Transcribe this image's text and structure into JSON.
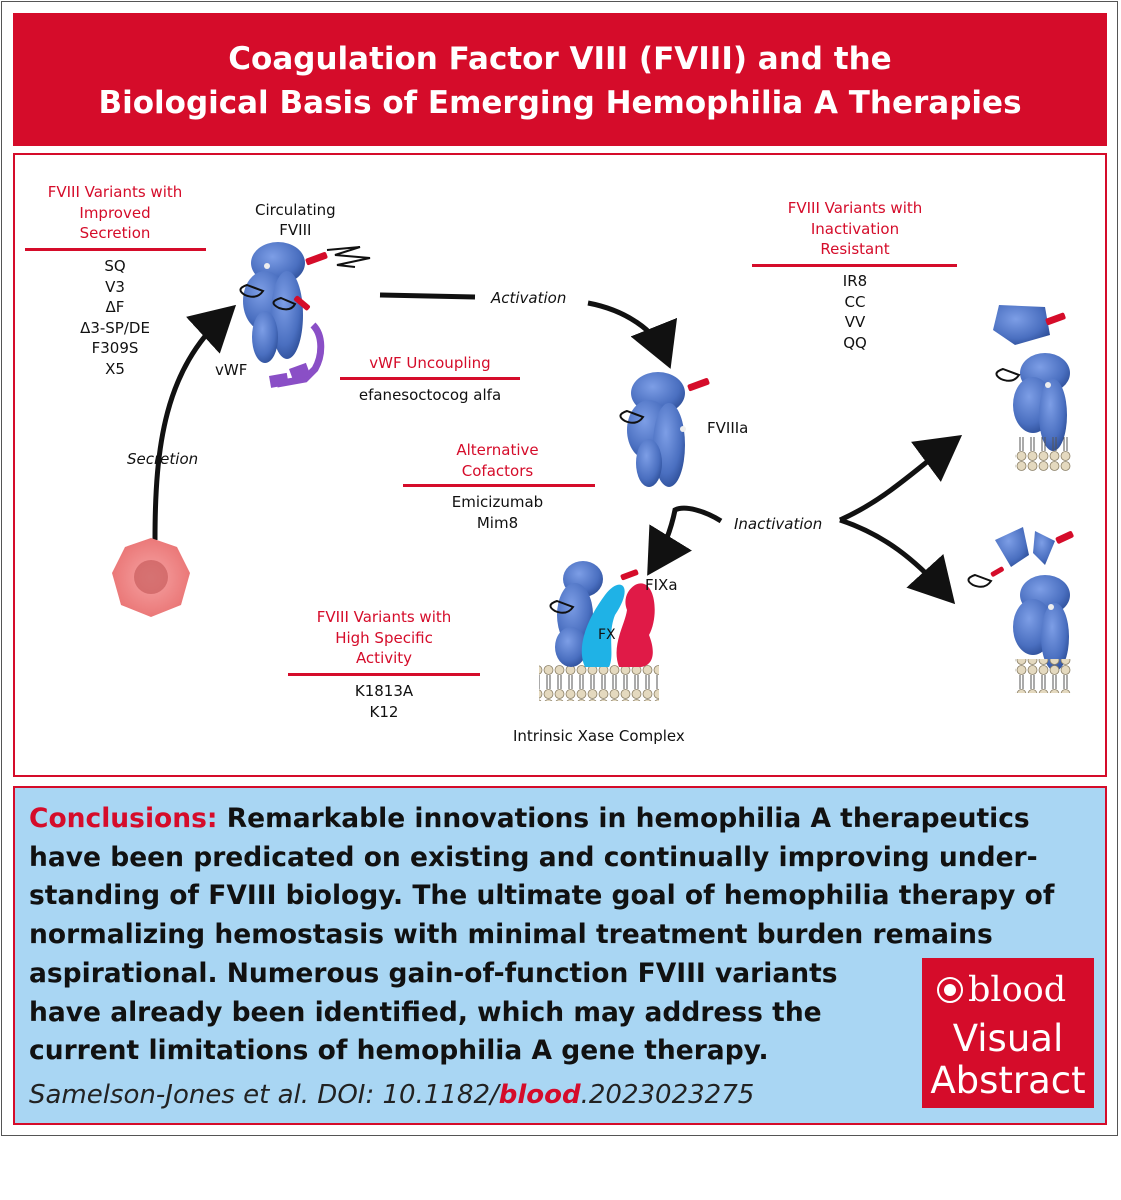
{
  "header": {
    "title_line1": "Coagulation Factor VIII (FVIII) and the",
    "title_line2": "Biological Basis of Emerging Hemophilia A Therapies"
  },
  "diagram": {
    "labels": {
      "circulating": [
        "Circulating",
        "FVIII"
      ],
      "vwf": "vWF",
      "secretion": "Secretion",
      "activation": "Activation",
      "fviiia": "FVIIIa",
      "inactivation": "Inactivation",
      "fixa": "FIXa",
      "fx": "FX",
      "xase": "Intrinsic Xase Complex"
    },
    "groups": {
      "improved_secretion": {
        "title": [
          "FVIII Variants with",
          "Improved",
          "Secretion"
        ],
        "items": [
          "SQ",
          "V3",
          "ΔF",
          "Δ3-SP/DE",
          "F309S",
          "X5"
        ]
      },
      "vwf_uncoupling": {
        "title": [
          "vWF Uncoupling"
        ],
        "items": [
          "efanesoctocog alfa"
        ]
      },
      "alternative_cofactors": {
        "title": [
          "Alternative",
          "Cofactors"
        ],
        "items": [
          "Emicizumab",
          "Mim8"
        ]
      },
      "high_specific_activity": {
        "title": [
          "FVIII Variants with",
          "High Specific",
          "Activity"
        ],
        "items": [
          "K1813A",
          "K12"
        ]
      },
      "inactivation_resistant": {
        "title": [
          "FVIII Variants with",
          "Inactivation",
          "Resistant"
        ],
        "items": [
          "IR8",
          "CC",
          "VV",
          "QQ"
        ]
      }
    },
    "colors": {
      "fviii_blue": "#4a6fc0",
      "fx_cyan": "#1fb2e6",
      "fixa_red": "#e01a47",
      "vwf_purple": "#8a4fc6",
      "cell_pink": "#ef8080",
      "accent_red": "#d50c2a"
    }
  },
  "conclusions": {
    "heading": "Conclusions:",
    "lines": [
      "Remarkable innovations in hemophilia A therapeutics",
      "have been predicated on existing and continually improving under-",
      "standing of FVIII biology. The ultimate goal of hemophilia therapy of",
      "normalizing hemostasis with minimal treatment burden remains",
      "aspirational. Numerous gain-of-function FVIII variants",
      "have already been identified, which may address the",
      "current limitations of hemophilia A gene therapy."
    ],
    "citation_prefix": "Samelson-Jones et al. DOI: 10.1182/",
    "citation_journal": "blood",
    "citation_suffix": ".2023023275"
  },
  "logo": {
    "brand": "blood",
    "line1": "Visual",
    "line2": "Abstract"
  }
}
